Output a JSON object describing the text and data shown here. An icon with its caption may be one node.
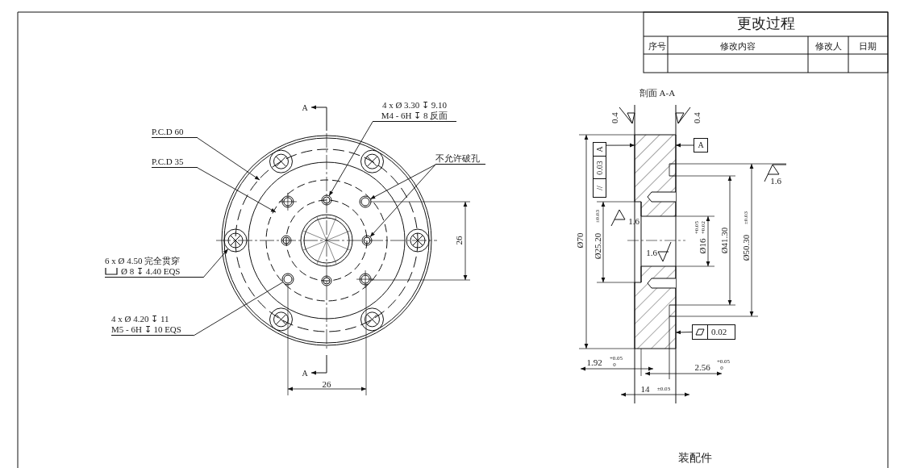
{
  "diagram": {
    "nodes": [
      {
        "text": [
          "P.C.D 60"
        ]
      },
      {
        "text": [
          "P.C.D 35"
        ]
      },
      {
        "text": [
          "4 x Ø 3.30 ↧ 9.10",
          "M4 - 6H ↧ 8 反面"
        ]
      },
      {
        "text": [
          "不允许破孔"
        ]
      },
      {
        "text": [
          "6 x Ø 4.50 完全贯穿",
          "Ø 8 ↧ 4.40 EQS"
        ]
      },
      {
        "text": [
          "4 x Ø 4.20 ↧ 11",
          "M5 - 6H ↧ 10 EQS"
        ]
      },
      {
        "text": [
          "A"
        ]
      },
      {
        "text": [
          "//",
          "0.03",
          "A"
        ]
      },
      {
        "text": [
          "0.02"
        ]
      },
      {
        "text": [],
        "shape": "circle"
      },
      {
        "text": [],
        "shape": "circle"
      },
      {
        "text": [],
        "shape": "circle"
      },
      {
        "text": [],
        "shape": "circle"
      },
      {
        "text": [],
        "shape": "circle"
      }
    ],
    "edges": [
      {
        "from": 0,
        "to": null,
        "arrow": "to"
      },
      {
        "from": 1,
        "to": null,
        "arrow": "to"
      },
      {
        "from": 2,
        "to": 9,
        "arrow": "to"
      },
      {
        "from": 3,
        "to": 10,
        "arrow": "to"
      },
      {
        "from": 3,
        "to": 11,
        "arrow": "to"
      },
      {
        "from": 4,
        "to": 12,
        "arrow": "to"
      },
      {
        "from": 5,
        "to": 13,
        "arrow": "none"
      },
      {
        "from": 6,
        "to": null,
        "arrow": "to"
      },
      {
        "from": 7,
        "to": null,
        "arrow": "to"
      },
      {
        "from": 8,
        "to": null,
        "arrow": "to"
      }
    ],
    "labels": [
      "更改过程",
      "序号",
      "修改内容",
      "修改人",
      "日期",
      "剖面 A-A",
      "A",
      "0.4",
      "0.4",
      "1.6",
      "1.6",
      "Ø70",
      "Ø25.20",
      "±0.03",
      "Ø16",
      "+0.05",
      "+0.02",
      "Ø41.30",
      "Ø50.30",
      "±0.03",
      "26",
      "1.6",
      "A",
      "26",
      "1.92",
      "+0.05",
      "0",
      "2.56",
      "+0.05",
      "0",
      "14",
      "±0.03",
      "装配件"
    ]
  }
}
